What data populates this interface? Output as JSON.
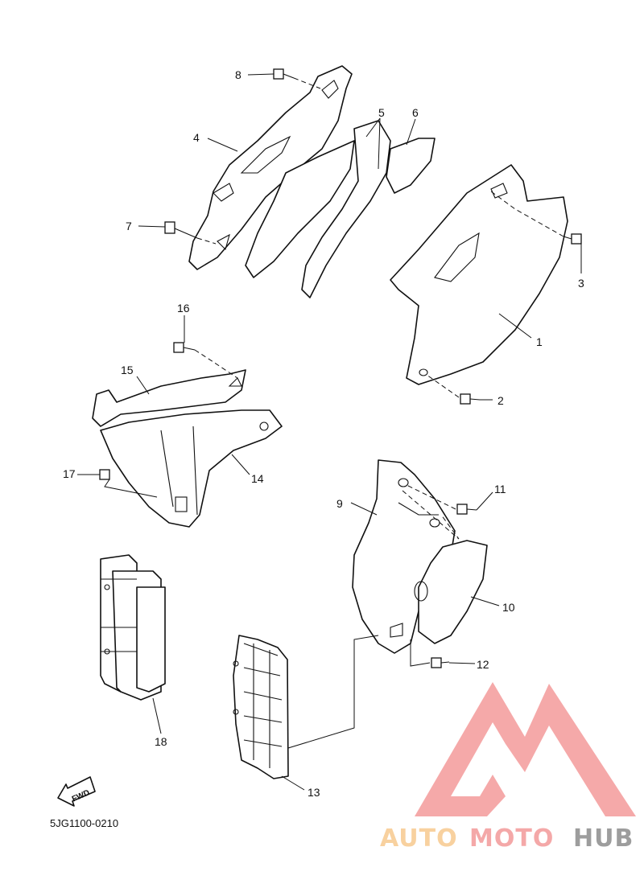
{
  "diagram": {
    "callouts": [
      "1",
      "2",
      "3",
      "4",
      "5",
      "6",
      "7",
      "8",
      "9",
      "10",
      "11",
      "12",
      "13",
      "14",
      "15",
      "16",
      "17",
      "18"
    ],
    "fwd_label": "FWD",
    "drawing_code": "5JG1100-0210"
  },
  "watermark": {
    "brand_part1": "AUTO",
    "brand_part2": "MOTO",
    "brand_part3": "HUB",
    "color_primary": "#f39a9a",
    "color_secondary": "#f7c98f",
    "color_tertiary": "#8c8c8c"
  }
}
